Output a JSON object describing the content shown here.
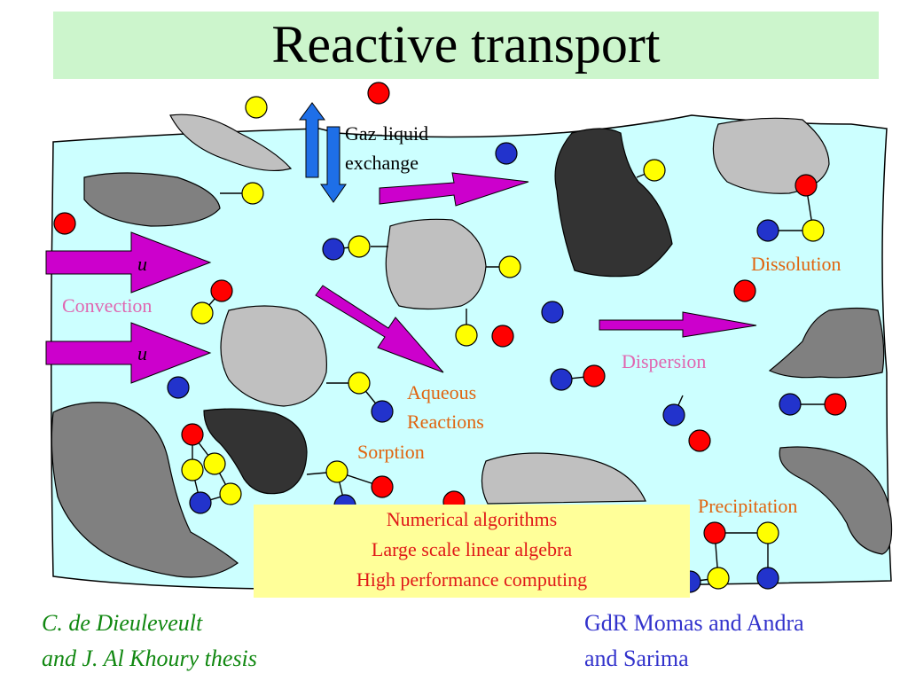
{
  "title": "Reactive transport",
  "labels": {
    "gaz_liquid": "Gaz-liquid",
    "exchange": "exchange",
    "convection": "Convection",
    "u_var": "u",
    "aqueous": "Aqueous",
    "reactions": "Reactions",
    "sorption": "Sorption",
    "dissolution": "Dissolution",
    "dispersion": "Dispersion",
    "precipitation": "Precipitation"
  },
  "yellow_box": {
    "line1": "Numerical algorithms",
    "line2": "Large scale linear algebra",
    "line3": "High performance computing"
  },
  "credits": {
    "left_line1": "C. de Dieuleveult",
    "left_line2": "and J. Al Khoury thesis",
    "right_line1": "GdR Momas and Andra",
    "right_line2": "and Sarima"
  },
  "colors": {
    "fluid": "#ccffff",
    "grain_light": "#c0c0c0",
    "grain_mid": "#808080",
    "grain_dark": "#333333",
    "arrow_magenta": "#cc00cc",
    "arrow_blue": "#1e6fe8",
    "molecule_red": "#ff0000",
    "molecule_yellow": "#ffff00",
    "molecule_blue": "#2233cc",
    "title_bg": "#ccf5cc",
    "box_bg": "#ffff99"
  }
}
